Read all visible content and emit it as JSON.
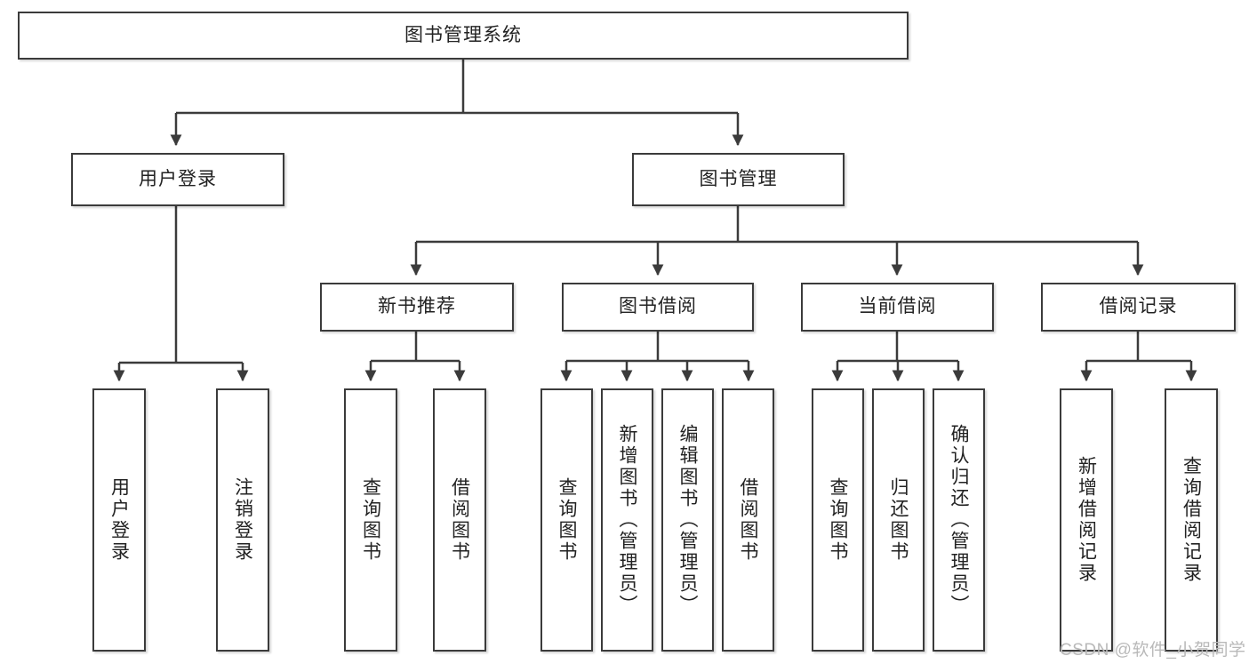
{
  "diagram": {
    "type": "hierarchy-tree",
    "title": "图书管理系统",
    "watermark": "CSDN @软件_小贺同学",
    "colors": {
      "box_border": "#3b3b3b",
      "box_fill": "#ffffff",
      "connector": "#3b3b3b",
      "text": "#222222",
      "watermark": "#b9b9b9"
    },
    "nodes": {
      "root": {
        "label": "图书管理系统"
      },
      "level2": [
        {
          "label": "用户登录"
        },
        {
          "label": "图书管理"
        }
      ],
      "level3": [
        {
          "label": "新书推荐"
        },
        {
          "label": "图书借阅"
        },
        {
          "label": "当前借阅"
        },
        {
          "label": "借阅记录"
        }
      ],
      "leaves": {
        "user_login": [
          {
            "label": "用户登录"
          },
          {
            "label": "注销登录"
          }
        ],
        "new_book_recommend": [
          {
            "label": "查询图书"
          },
          {
            "label": "借阅图书"
          }
        ],
        "book_borrow": [
          {
            "label": "查询图书"
          },
          {
            "label": "新增图书（管理员）"
          },
          {
            "label": "编辑图书（管理员）"
          },
          {
            "label": "借阅图书"
          }
        ],
        "current_borrow": [
          {
            "label": "查询图书"
          },
          {
            "label": "归还图书"
          },
          {
            "label": "确认归还（管理员）"
          }
        ],
        "borrow_record": [
          {
            "label": "新增借阅记录"
          },
          {
            "label": "查询借阅记录"
          }
        ]
      }
    }
  }
}
